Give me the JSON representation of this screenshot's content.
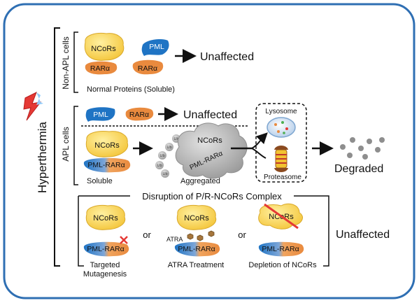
{
  "side_label": "Hyperthermia",
  "non_apl": {
    "group_label": "Non-APL cells",
    "protein_ncors": "NCoRs",
    "protein_pml": "PML",
    "protein_rara_1": "RARα",
    "protein_rara_2": "RARα",
    "outcome": "Unaffected",
    "caption": "Normal Proteins (Soluble)"
  },
  "apl": {
    "group_label": "APL cells",
    "protein_pml": "PML",
    "protein_rara": "RARα",
    "top_outcome": "Unaffected",
    "soluble_ncors": "NCoRs",
    "soluble_fusion": "PML-RARα",
    "soluble_caption": "Soluble",
    "ub_tag": "Ub",
    "aggregate_ncors": "NCoRs",
    "aggregate_fusion": "PML-RARα",
    "aggregate_caption": "Aggregated",
    "lysosome_label": "Lysosome",
    "proteasome_label": "Proteasome",
    "outcome": "Degraded"
  },
  "disruption": {
    "title": "Disruption of P/R-NCoRs Complex",
    "panel1": {
      "ncors": "NCoRs",
      "fusion": "PML-RARα",
      "caption_line1": "Targeted",
      "caption_line2": "Mutagenesis"
    },
    "or_1": "or",
    "panel2": {
      "ncors": "NCoRs",
      "atra_label": "ATRA",
      "fusion": "PML-RARα",
      "caption": "ATRA Treatment"
    },
    "or_2": "or",
    "panel3": {
      "ncors": "NCoRs",
      "fusion": "PML-RARα",
      "caption": "Depletion of NCoRs"
    },
    "outcome": "Unaffected"
  },
  "colors": {
    "frame": "#2f6fb3",
    "ncors_fill": "#f7d154",
    "rara_fill": "#e98a3e",
    "pml_fill": "#1f74c4",
    "aggregate_fill": "#b7b7b7",
    "red_mark": "#e53935"
  },
  "icons": {
    "heat": "lightning-bolt-icon",
    "lysosome": "lysosome-icon",
    "proteasome": "proteasome-icon"
  }
}
